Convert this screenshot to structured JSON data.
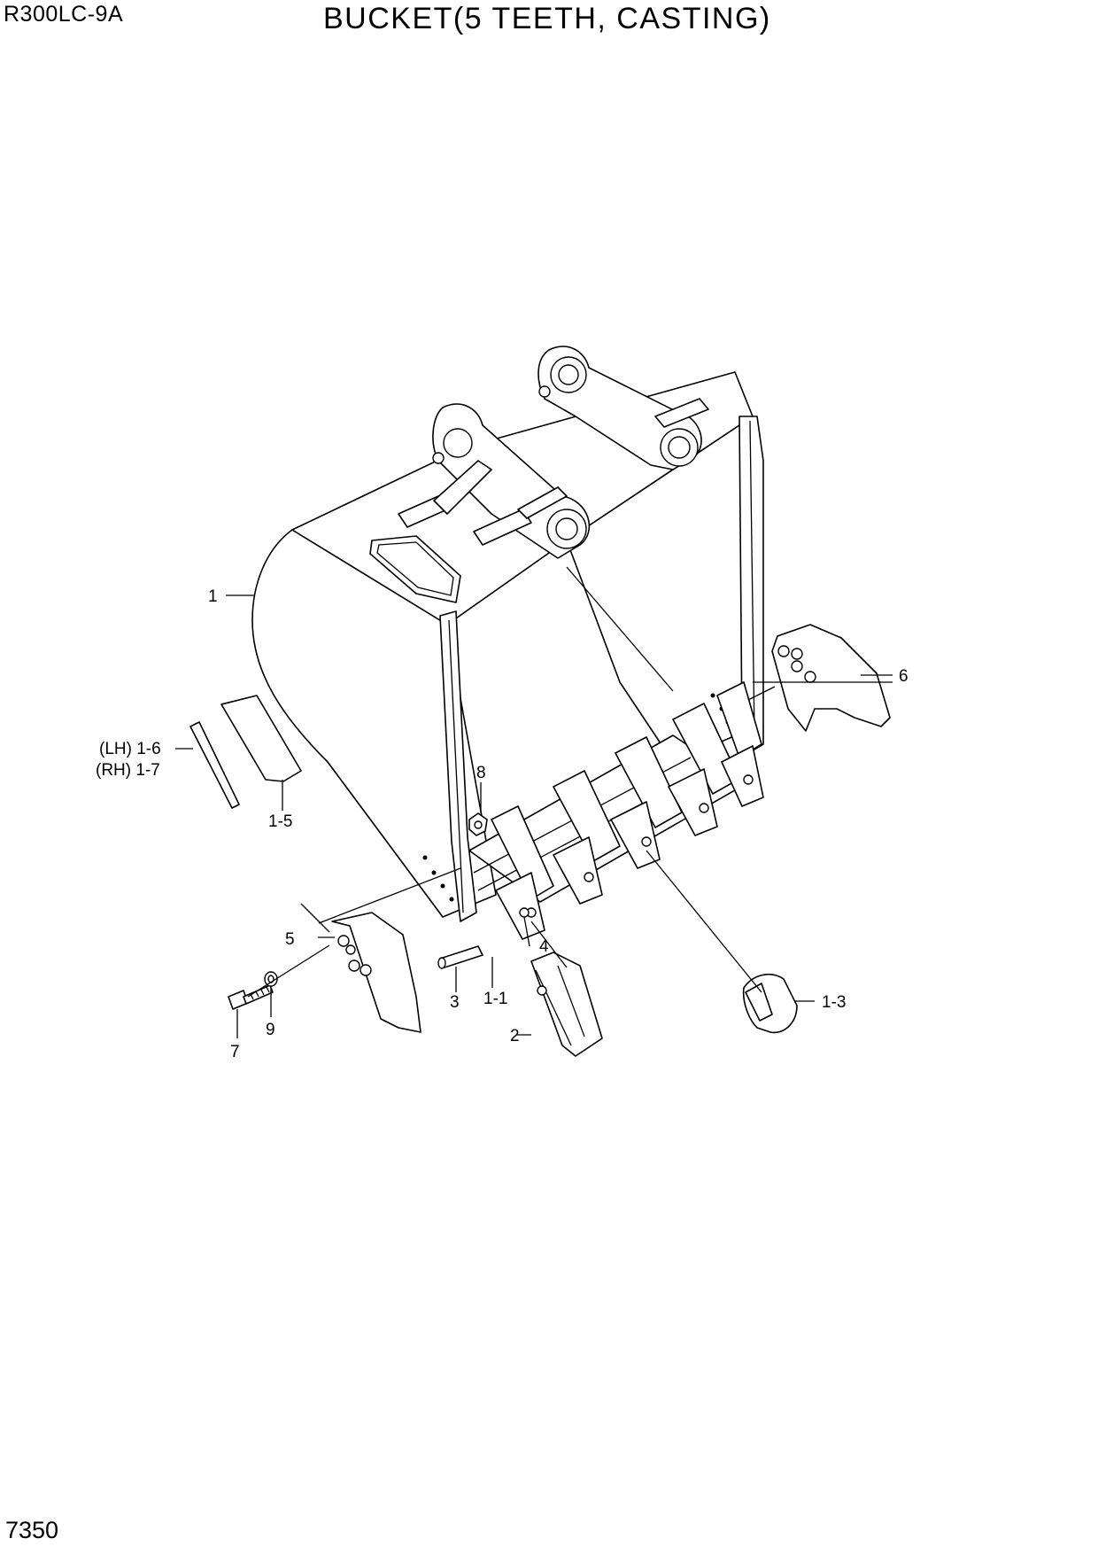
{
  "header": {
    "model": "R300LC-9A",
    "title": "BUCKET(5 TEETH, CASTING)"
  },
  "footer": {
    "page_number": "7350"
  },
  "callouts": {
    "c1": "1",
    "c1_1": "1-1",
    "c1_3": "1-3",
    "c1_5": "1-5",
    "c1_6": "(LH) 1-6",
    "c1_7": "(RH) 1-7",
    "c2": "2",
    "c3": "3",
    "c4": "4",
    "c5": "5",
    "c6": "6",
    "c7": "7",
    "c8": "8",
    "c9": "9"
  }
}
